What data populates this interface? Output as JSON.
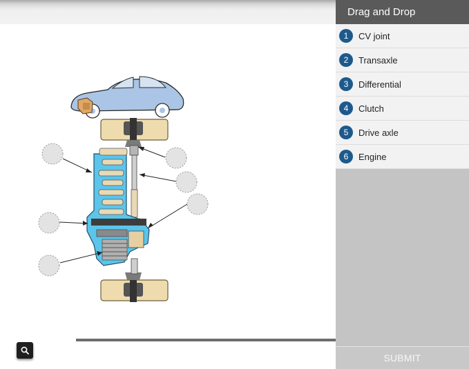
{
  "panel": {
    "title": "Drag and Drop",
    "items": [
      {
        "number": "1",
        "label": "CV joint"
      },
      {
        "number": "2",
        "label": "Transaxle"
      },
      {
        "number": "3",
        "label": "Differential"
      },
      {
        "number": "4",
        "label": "Clutch"
      },
      {
        "number": "5",
        "label": "Drive axle"
      },
      {
        "number": "6",
        "label": "Engine"
      }
    ],
    "submit_label": "SUBMIT"
  },
  "diagram": {
    "drop_target_count": 6
  },
  "icons": {
    "zoom": "search-icon"
  },
  "colors": {
    "badge": "#1d5a8c",
    "header": "#5a5a5a",
    "engine_body": "#5bc5ea",
    "car_body": "#aac5e5",
    "wheel": "#efdcae"
  }
}
